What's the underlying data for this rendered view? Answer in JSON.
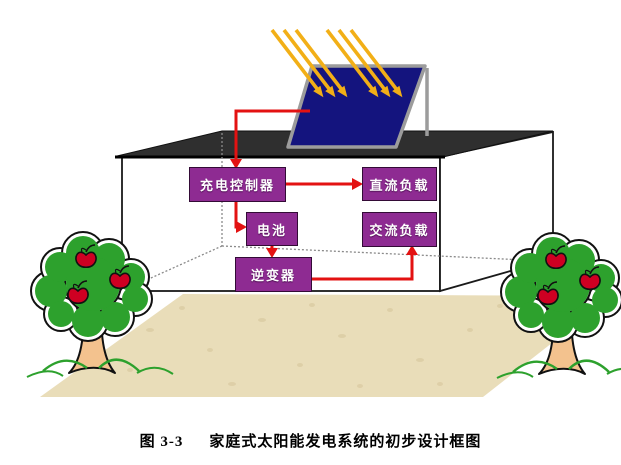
{
  "figure": {
    "caption_label": "图 3-3",
    "caption_title": "家庭式太阳能发电系统的初步设计框图"
  },
  "blocks": [
    {
      "id": "charge-controller",
      "label": "充电控制器"
    },
    {
      "id": "dc-load",
      "label": "直流负载"
    },
    {
      "id": "battery",
      "label": "电池"
    },
    {
      "id": "ac-load",
      "label": "交流负载"
    },
    {
      "id": "inverter",
      "label": "逆变器"
    }
  ],
  "connections": [
    {
      "from": "solar-panel",
      "to": "charge-controller"
    },
    {
      "from": "charge-controller",
      "to": "dc-load"
    },
    {
      "from": "charge-controller",
      "to": "battery"
    },
    {
      "from": "battery",
      "to": "inverter"
    },
    {
      "from": "inverter",
      "to": "ac-load"
    }
  ],
  "scene": {
    "sun_ray_count": 6,
    "apples_per_tree": 3,
    "colors": {
      "block_fill": "#8E2B92",
      "block_text": "#FFFFFF",
      "arrow_red": "#E31212",
      "sun_ray_gold": "#F2AF17",
      "solar_panel_navy": "#14147E",
      "panel_frame_gray": "#9C9C9C",
      "roof_dark": "#2F2F2F",
      "house_outline": "#1A1A1A",
      "ground_sand": "#E9DDB9",
      "tree_green": "#2DA12D",
      "apple_red": "#CE0022",
      "trunk_tan": "#F3C28E"
    }
  }
}
